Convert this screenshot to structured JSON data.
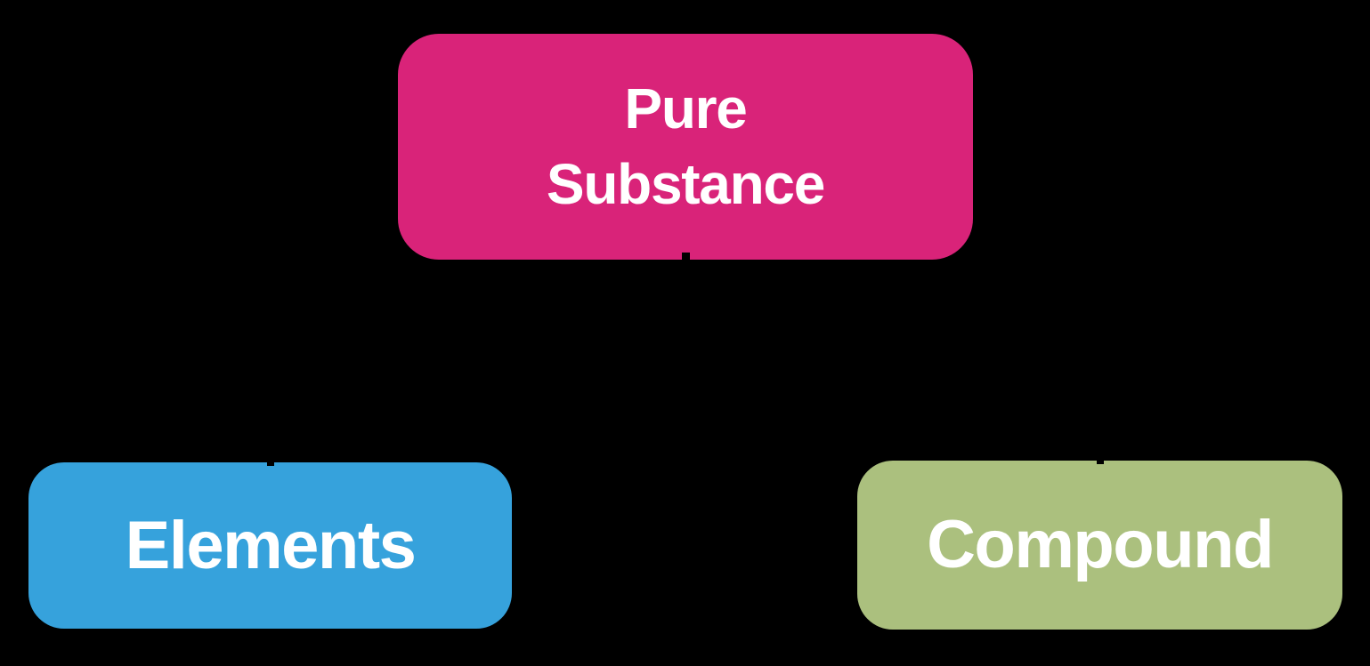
{
  "canvas": {
    "background": "#000000",
    "width": "1539",
    "height": "749"
  },
  "nodes": [
    {
      "id": "pure-substance",
      "label_lines": [
        "Pure",
        "Substance"
      ],
      "fill": "#D92379",
      "text_color": "#FFFFFF"
    },
    {
      "id": "elements",
      "label": "Elements",
      "fill": "#36A2DC",
      "text_color": "#FFFFFF"
    },
    {
      "id": "compound",
      "label": "Compound",
      "fill": "#ABC07E",
      "text_color": "#FFFFFF"
    }
  ],
  "connectors": {
    "color": "#000000",
    "from": "pure-substance",
    "to": [
      "elements",
      "compound"
    ]
  }
}
